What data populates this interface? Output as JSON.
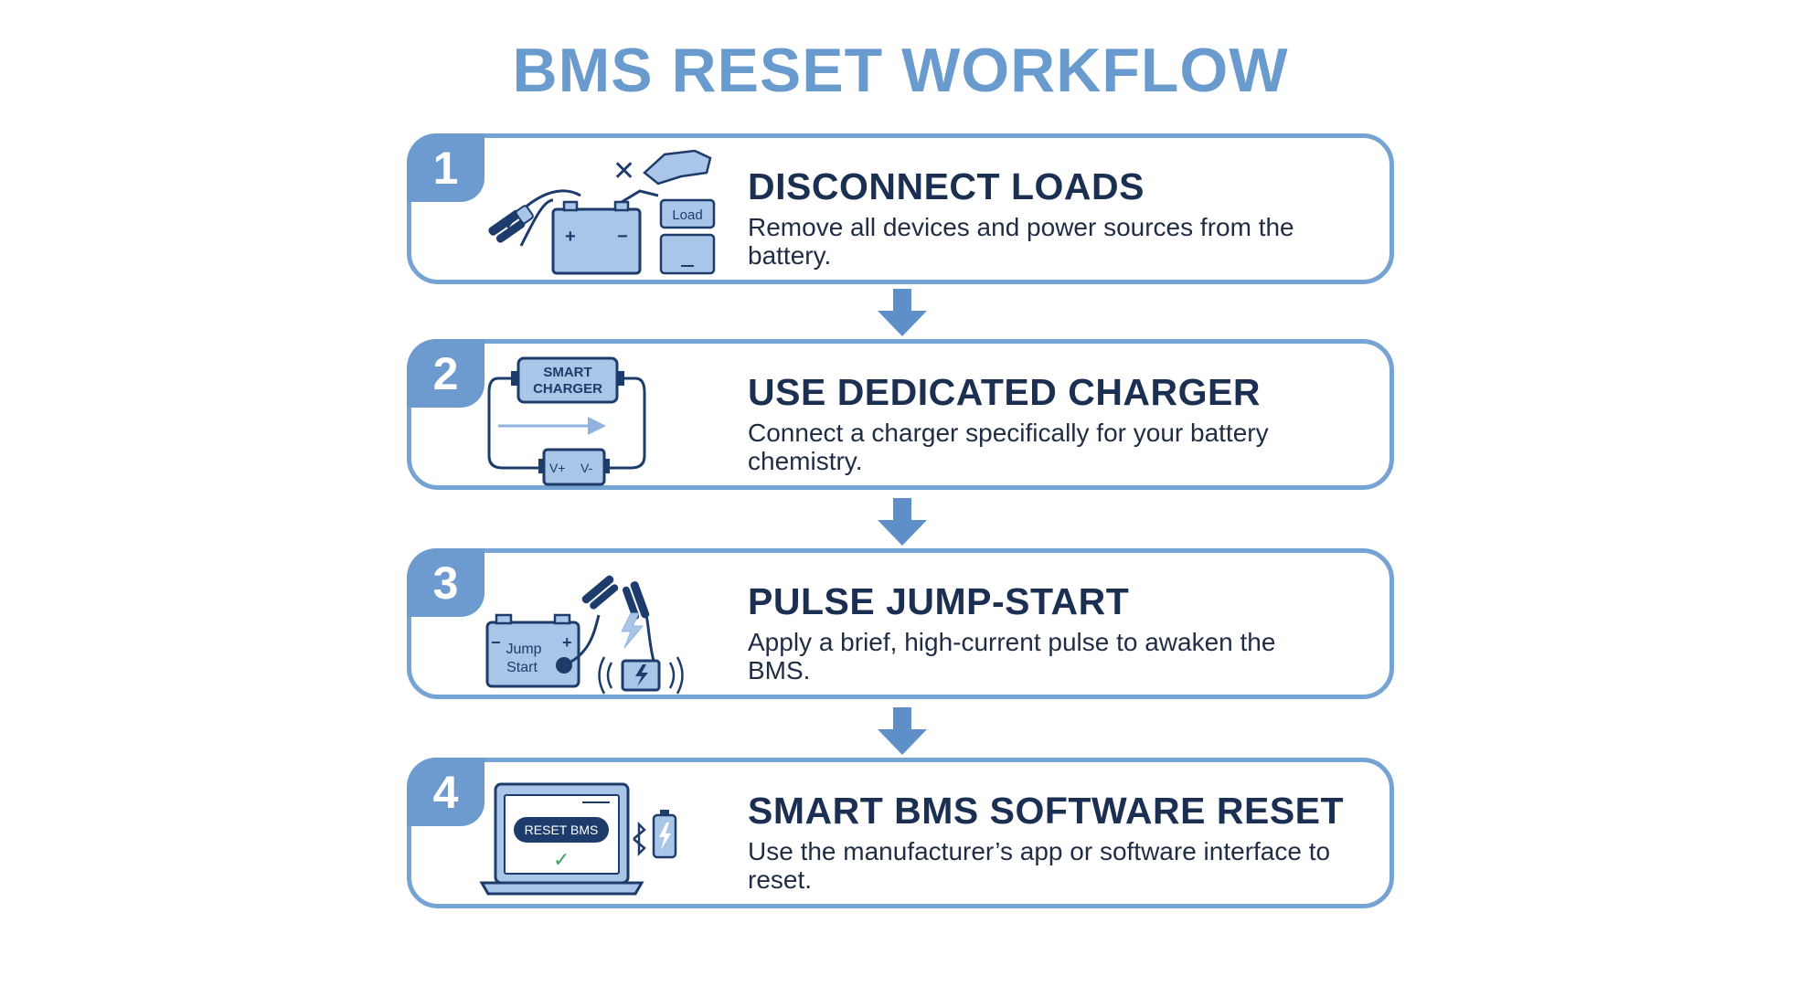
{
  "title": "BMS RESET WORKFLOW",
  "colors": {
    "accent": "#6d9bd0",
    "border": "#75a3d4",
    "fill": "#a9c6e8",
    "stroke": "#1e3c6b",
    "title": "#6a9bcf",
    "text": "#1b2f52"
  },
  "steps": [
    {
      "number": "1",
      "title": "DISCONNECT LOADS",
      "description": "Remove all devices and power sources from the battery.",
      "icon": "battery-clamps-load-icon",
      "labels": {
        "load": "Load",
        "plus": "+",
        "minus": "−",
        "x_mark": "✕"
      }
    },
    {
      "number": "2",
      "title": "USE DEDICATED CHARGER",
      "description": "Connect a charger specifically for your battery chemistry.",
      "icon": "smart-charger-icon",
      "labels": {
        "charger_line1": "SMART",
        "charger_line2": "CHARGER",
        "vplus": "V+",
        "vminus": "V-"
      }
    },
    {
      "number": "3",
      "title": "PULSE JUMP-START",
      "description": "Apply a brief, high-current pulse to awaken the BMS.",
      "icon": "jump-starter-icon",
      "labels": {
        "jump_line1": "Jump",
        "jump_line2": "Start",
        "minus": "−",
        "plus": "+"
      }
    },
    {
      "number": "4",
      "title": "SMART BMS SOFTWARE RESET",
      "description": "Use the manufacturer’s app or software interface to reset.",
      "icon": "laptop-reset-icon",
      "labels": {
        "reset_button": "RESET BMS",
        "check": "✓"
      }
    }
  ]
}
